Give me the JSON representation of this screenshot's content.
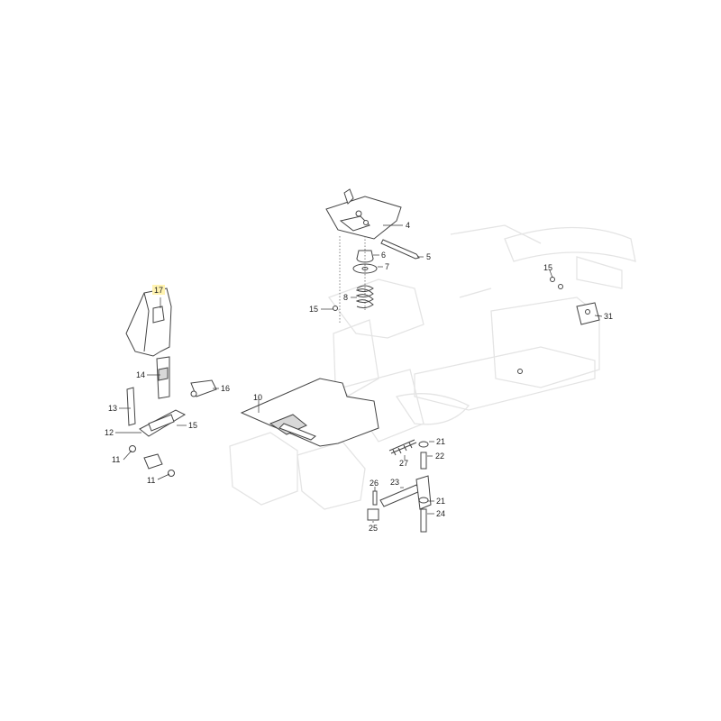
{
  "callouts": {
    "c17": "17",
    "c14": "14",
    "c16": "16",
    "c13": "13",
    "c15a": "15",
    "c12": "12",
    "c11a": "11",
    "c11b": "11",
    "c4": "4",
    "c5": "5",
    "c6": "6",
    "c7": "7",
    "c8": "8",
    "c15b": "15",
    "c10": "10",
    "c15c": "15",
    "c31": "31",
    "c21a": "21",
    "c22": "22",
    "c27": "27",
    "c26": "26",
    "c23": "23",
    "c21b": "21",
    "c25": "25",
    "c24": "24"
  },
  "colors": {
    "highlight": "#fff3b0",
    "line": "#444444",
    "ghost": "#e4e4e4"
  }
}
